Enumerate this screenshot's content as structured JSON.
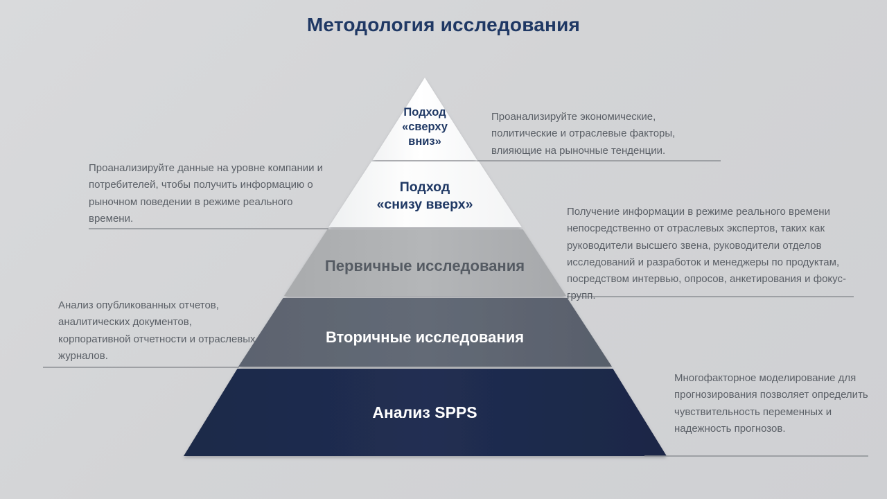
{
  "slide": {
    "title": "Методология исследования",
    "background_color": "#d4d5d7",
    "title_color": "#1f3864"
  },
  "pyramid": {
    "levels": [
      {
        "id": "top-down",
        "label": "Подход\n«сверху\nвниз»",
        "label_line1": "Подход",
        "label_line2": "«сверху",
        "label_line3": "вниз»",
        "fill": "#fdfdfd",
        "text_color": "#1f3864",
        "annotation_side": "right",
        "annotation": "Проанализируйте экономические, политические и отраслевые факторы, влияющие на рыночные тенденции."
      },
      {
        "id": "bottom-up",
        "label_line1": "Подход",
        "label_line2": "«снизу вверх»",
        "fill": "#f7f8f9",
        "text_color": "#1f3864",
        "annotation_side": "left",
        "annotation": "Проанализируйте данные на уровне компании и потребителей, чтобы получить информацию о рыночном поведении в режиме реального времени."
      },
      {
        "id": "primary-research",
        "label": "Первичные исследования",
        "fill": "#b0b2b4",
        "text_color": "#555b63",
        "annotation_side": "right",
        "annotation": "Получение информации в режиме реального времени непосредственно от отраслевых экспертов, таких как руководители высшего звена, руководители отделов исследований и разработок и менеджеры по продуктам, посредством интервью, опросов, анкетирования и фокус-групп."
      },
      {
        "id": "secondary-research",
        "label": "Вторичные исследования",
        "fill": "#5f6672",
        "text_color": "#ffffff",
        "annotation_side": "left",
        "annotation": "Анализ опубликованных отчетов, аналитических документов, корпоративной отчетности и отраслевых журналов."
      },
      {
        "id": "spps-analysis",
        "label": "Анализ SPPS",
        "fill": "#1e2b4d",
        "text_color": "#ffffff",
        "annotation_side": "right",
        "annotation": "Многофакторное моделирование для прогнозирования позволяет определить чувствительность переменных и надежность прогнозов."
      }
    ]
  }
}
